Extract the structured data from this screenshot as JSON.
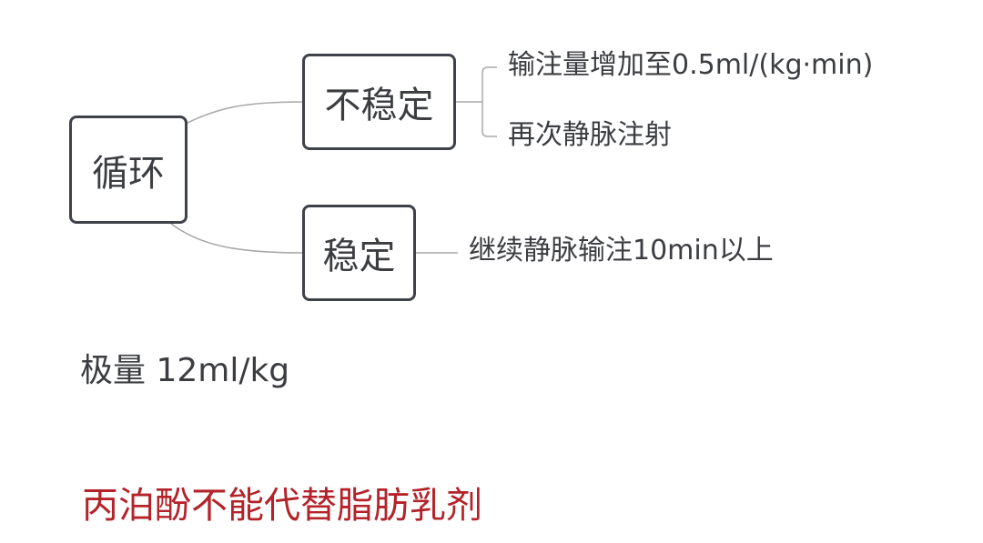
{
  "mindmap": {
    "root": {
      "label": "循环"
    },
    "branches": [
      {
        "label": "不稳定",
        "children": [
          {
            "label": "输注量增加至0.5ml/(kg·min)"
          },
          {
            "label": "再次静脉注射"
          }
        ]
      },
      {
        "label": "稳定",
        "children": [
          {
            "label": "继续静脉输注10min以上"
          }
        ]
      }
    ]
  },
  "notes": {
    "max_dose": "极量 12ml/kg",
    "warning": "丙泊酚不能代替脂肪乳剂"
  },
  "colors": {
    "text": "#3b3d40",
    "node_border": "#3f4349",
    "connector": "#a8a8a8",
    "warning": "#b4222a"
  }
}
